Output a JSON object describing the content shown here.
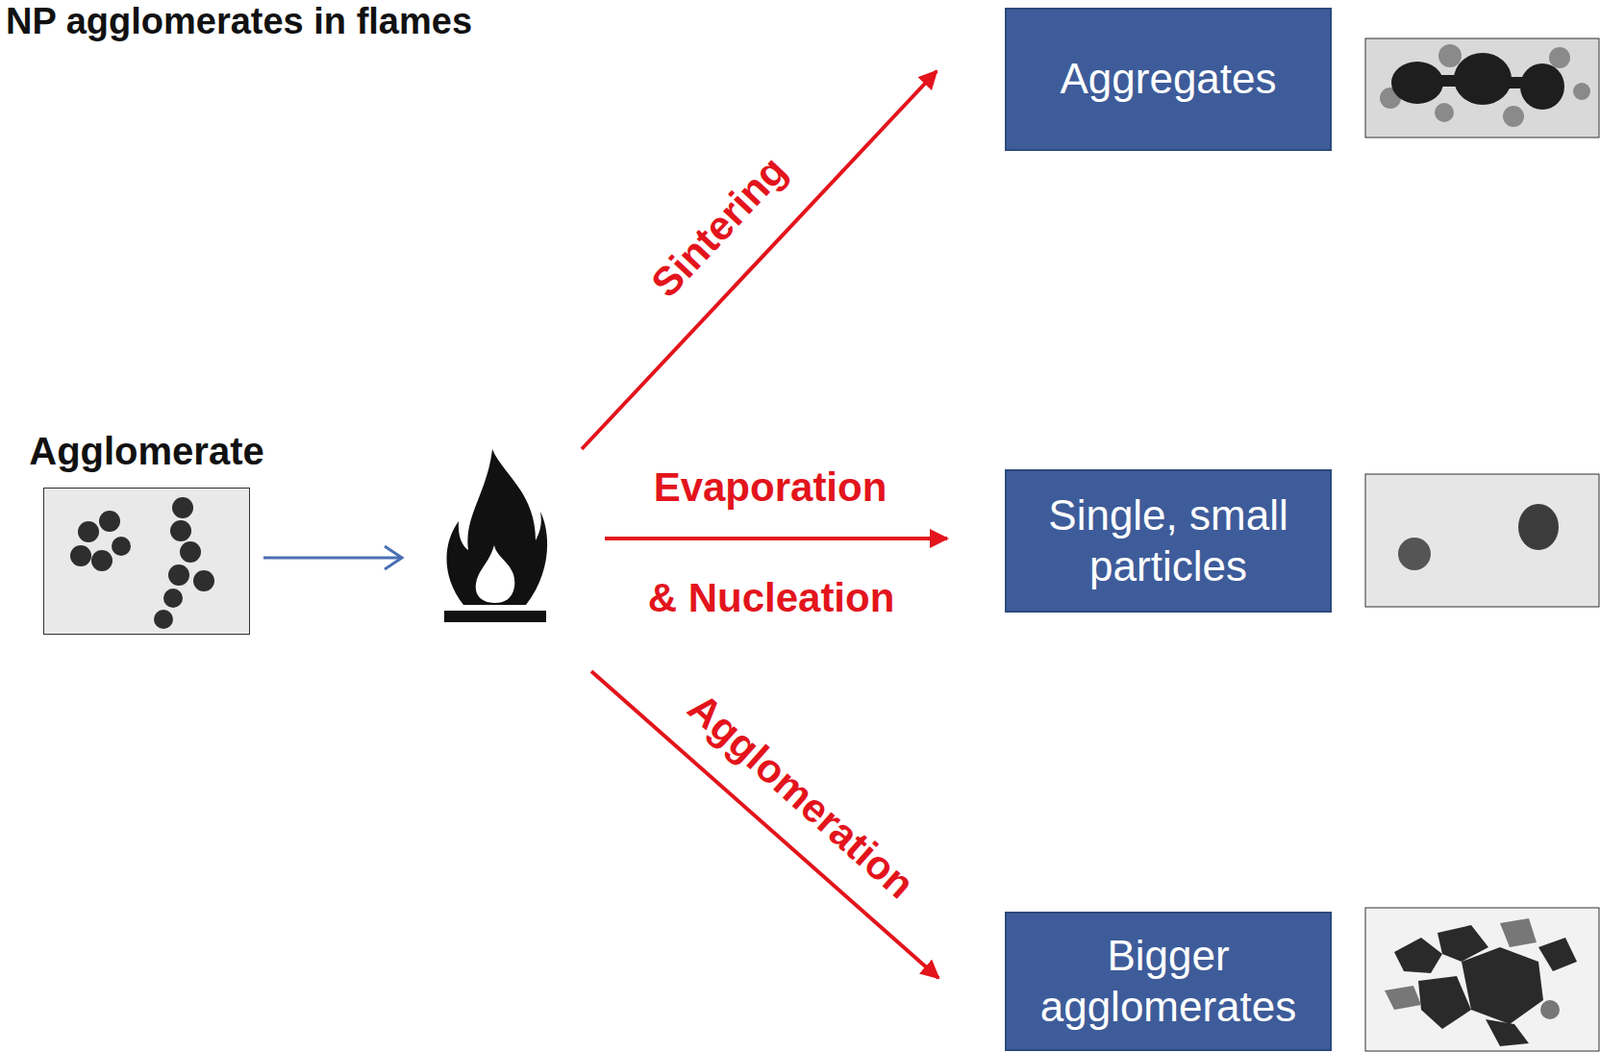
{
  "diagram": {
    "title": "NP agglomerates in flames",
    "nodes": [
      {
        "text": [
          "Agglomerate"
        ]
      },
      {
        "text": [
          "Aggregates"
        ]
      },
      {
        "text": [
          "Single, small particles"
        ]
      },
      {
        "text": [
          "Bigger agglomerates"
        ]
      }
    ],
    "labels": [
      "Sintering",
      "Evaporation",
      "& Nucleation",
      "Agglomeration"
    ]
  }
}
